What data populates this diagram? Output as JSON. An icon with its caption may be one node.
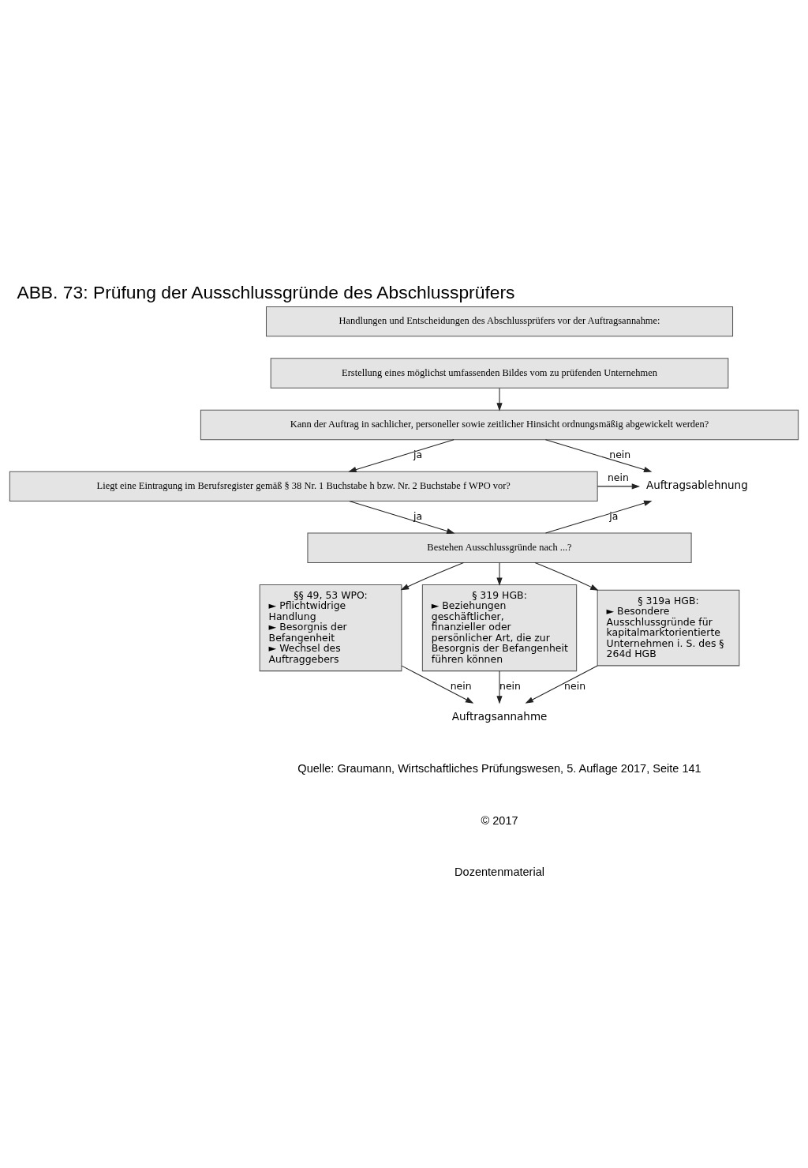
{
  "diagram": {
    "title": "ABB. 73: Prüfung der Ausschlussgründe des Abschlussprüfers",
    "nodes": [
      {
        "text": [
          "Handlungen und Entscheidungen des Abschlussprüfers vor der Auftragsannahme:"
        ]
      },
      {
        "text": [
          "Erstellung eines möglichst umfassenden Bildes vom zu prüfenden Unternehmen"
        ]
      },
      {
        "text": [
          "Kann der Auftrag in sachlicher, personeller sowie zeitlicher Hinsicht ordnungsmäßig abgewickelt werden?"
        ]
      },
      {
        "text": [
          "Liegt eine Eintragung im Berufsregister gemäß § 38 Nr. 1 Buchstabe h bzw. Nr. 2 Buchstabe f WPO vor?"
        ]
      },
      {
        "text": [
          "Bestehen Ausschlussgründe nach ...?"
        ]
      },
      {
        "text": [
          "§§ 49, 53 WPO:",
          "► Pflichtwidrige Handlung",
          "► Besorgnis der Befangenheit",
          "► Wechsel des Auftraggebers"
        ]
      },
      {
        "text": [
          "§ 319 HGB:",
          "► Beziehungen geschäftlicher, finanzieller oder persönlicher Art, die zur Besorgnis der Befangenheit führen können"
        ]
      },
      {
        "text": [
          "§ 319a HGB:",
          "► Besondere Ausschlussgründe für kapitalmarktorientierte Unternehmen i. S. des § 264d HGB"
        ]
      },
      {
        "text": [
          "Auftragsablehnung"
        ]
      },
      {
        "text": [
          "Auftragsannahme"
        ]
      }
    ],
    "edges": [
      {
        "from": 1,
        "to": 2,
        "arrow": "to"
      },
      {
        "from": 2,
        "to": 3,
        "arrow": "to",
        "label": "ja"
      },
      {
        "from": 3,
        "to": 4,
        "arrow": "to",
        "label": "ja"
      },
      {
        "from": 2,
        "to": 8,
        "arrow": "to",
        "label": "nein"
      },
      {
        "from": 3,
        "to": 8,
        "arrow": "to",
        "label": "nein"
      },
      {
        "from": 4,
        "to": 8,
        "arrow": "to",
        "label": "ja"
      },
      {
        "from": 4,
        "to": 5,
        "arrow": "to"
      },
      {
        "from": 4,
        "to": 6,
        "arrow": "to"
      },
      {
        "from": 4,
        "to": 7,
        "arrow": "to"
      },
      {
        "from": 5,
        "to": 9,
        "arrow": "to",
        "label": "nein"
      },
      {
        "from": 6,
        "to": 9,
        "arrow": "to",
        "label": "nein"
      },
      {
        "from": 7,
        "to": 9,
        "arrow": "to",
        "label": "nein"
      }
    ],
    "labels": [
      "Quelle: Graumann, Wirtschaftliches Prüfungswesen, 5. Auflage 2017, Seite 141",
      "© 2017",
      "Dozentenmaterial"
    ]
  }
}
